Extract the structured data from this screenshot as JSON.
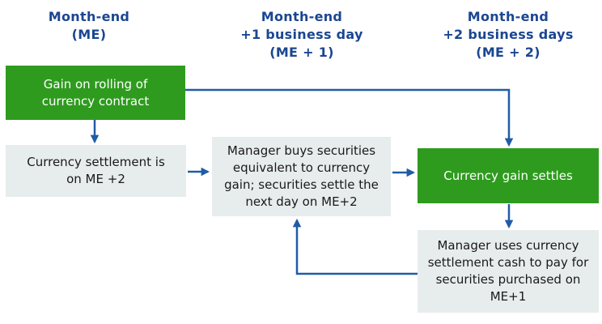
{
  "colors": {
    "green": "#2e9b1e",
    "header-blue": "#1b4691",
    "arrow-blue": "#205ca6",
    "gray-box": "#e7eced"
  },
  "headers": [
    {
      "id": "month-end",
      "label": "Month-end\n(ME)"
    },
    {
      "id": "month-end-p1",
      "label": "Month-end\n+1 business day\n(ME + 1)"
    },
    {
      "id": "month-end-p2",
      "label": "Month-end\n+2 business days\n(ME + 2)"
    }
  ],
  "boxes": [
    {
      "id": "gain-on-rolling",
      "type": "green",
      "text": "Gain on rolling of\ncurrency contract"
    },
    {
      "id": "currency-settlement",
      "type": "gray",
      "text": "Currency settlement is\non ME +2"
    },
    {
      "id": "manager-buys",
      "type": "gray",
      "text": "Manager buys securities\nequivalent to currency\ngain; securities settle the\nnext day on ME+2"
    },
    {
      "id": "currency-gain-settles",
      "type": "green",
      "text": "Currency gain settles"
    },
    {
      "id": "manager-uses",
      "type": "gray",
      "text": "Manager uses currency\nsettlement cash to pay for\nsecurities purchased on\nME+1"
    }
  ]
}
